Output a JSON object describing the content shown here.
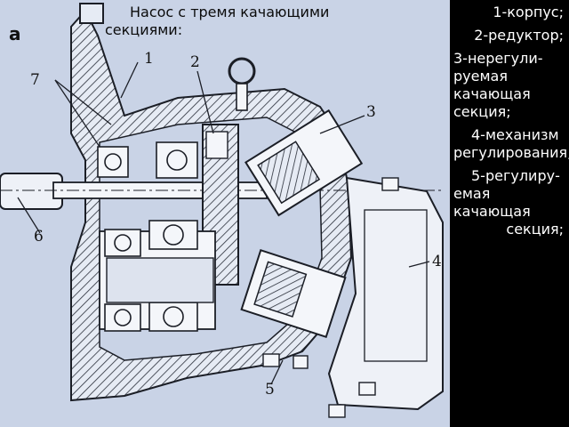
{
  "title": "Насос с тремя качающими секциями:",
  "figure_letter": "а",
  "callouts": [
    "1",
    "2",
    "3",
    "4",
    "5",
    "6",
    "7"
  ],
  "legend": [
    {
      "text": "1-корпус;"
    },
    {
      "text": "2-редуктор;"
    },
    {
      "text": "3-нерегули-руемая качающая секция;"
    },
    {
      "text": "4-механизм регулирования;"
    },
    {
      "text": "5-регулиру-емая качающая секция;"
    }
  ],
  "colors": {
    "drawing_background": "#c9d3e6",
    "legend_background": "#000000",
    "legend_text": "#ffffff"
  }
}
